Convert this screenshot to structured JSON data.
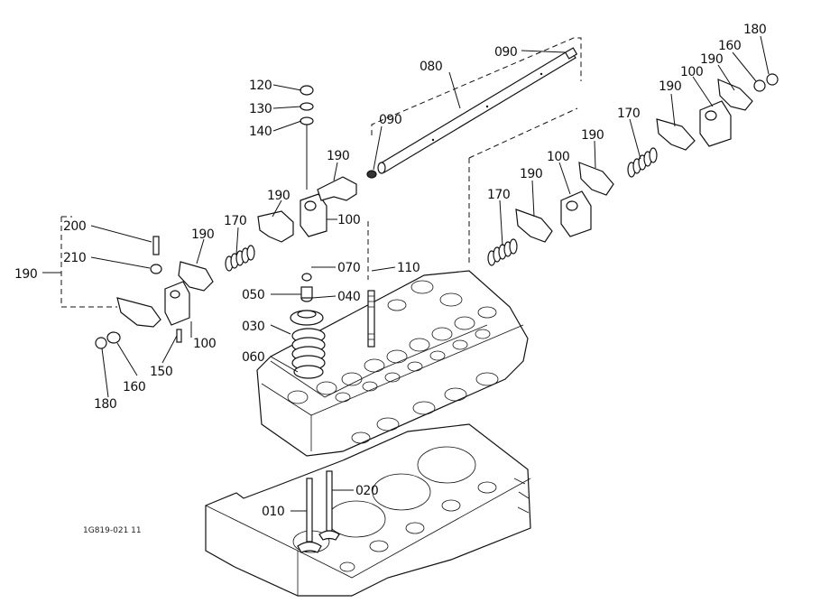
{
  "diagram": {
    "drawing_code": "1G819-021 11",
    "callouts": [
      {
        "id": "c120",
        "text": "120"
      },
      {
        "id": "c130",
        "text": "130"
      },
      {
        "id": "c140",
        "text": "140"
      },
      {
        "id": "c080",
        "text": "080"
      },
      {
        "id": "c090a",
        "text": "090"
      },
      {
        "id": "c090b",
        "text": "090"
      },
      {
        "id": "c180a",
        "text": "180"
      },
      {
        "id": "c160a",
        "text": "160"
      },
      {
        "id": "c190a",
        "text": "190"
      },
      {
        "id": "c100a",
        "text": "100"
      },
      {
        "id": "c190b",
        "text": "190"
      },
      {
        "id": "c190c",
        "text": "190"
      },
      {
        "id": "c170a",
        "text": "170"
      },
      {
        "id": "c190d",
        "text": "190"
      },
      {
        "id": "c100b",
        "text": "100"
      },
      {
        "id": "c190e",
        "text": "190"
      },
      {
        "id": "c170b",
        "text": "170"
      },
      {
        "id": "c190f",
        "text": "190"
      },
      {
        "id": "c100c",
        "text": "100"
      },
      {
        "id": "c100d",
        "text": "100"
      },
      {
        "id": "c190g",
        "text": "190"
      },
      {
        "id": "c190h",
        "text": "190"
      },
      {
        "id": "c170c",
        "text": "170"
      },
      {
        "id": "c200",
        "text": "200"
      },
      {
        "id": "c210",
        "text": "210"
      },
      {
        "id": "c190i",
        "text": "190"
      },
      {
        "id": "c070",
        "text": "070"
      },
      {
        "id": "c110",
        "text": "110"
      },
      {
        "id": "c050",
        "text": "050"
      },
      {
        "id": "c040",
        "text": "040"
      },
      {
        "id": "c030",
        "text": "030"
      },
      {
        "id": "c060",
        "text": "060"
      },
      {
        "id": "c100e",
        "text": "100"
      },
      {
        "id": "c150",
        "text": "150"
      },
      {
        "id": "c180b",
        "text": "180"
      },
      {
        "id": "c160b",
        "text": "160"
      },
      {
        "id": "c010",
        "text": "010"
      },
      {
        "id": "c020",
        "text": "020"
      }
    ]
  }
}
